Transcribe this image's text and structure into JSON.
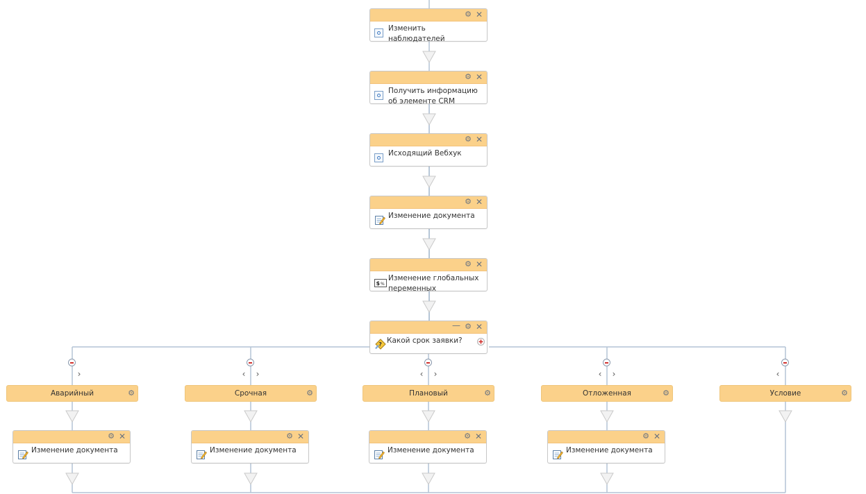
{
  "main_flow": [
    {
      "label": "Изменить наблюдателей",
      "icon": "activity-circle-icon"
    },
    {
      "label": "Получить информацию об элементе CRM",
      "icon": "activity-circle-icon"
    },
    {
      "label": "Исходящий Вебхук",
      "icon": "activity-circle-icon"
    },
    {
      "label": "Изменение документа",
      "icon": "document-edit-icon"
    },
    {
      "label": "Изменение глобальных переменных",
      "icon": "global-variables-icon"
    }
  ],
  "condition": {
    "label": "Какой срок заявки?",
    "icon": "condition-icon"
  },
  "branches": [
    {
      "label": "Аварийный",
      "activity": "Изменение документа"
    },
    {
      "label": "Срочная",
      "activity": "Изменение документа"
    },
    {
      "label": "Плановый",
      "activity": "Изменение документа"
    },
    {
      "label": "Отложенная",
      "activity": "Изменение документа"
    },
    {
      "label": "Условие",
      "activity": null
    }
  ],
  "controls": {
    "gear": "⚙",
    "close": "✕",
    "minimize": "—",
    "prev": "‹",
    "next": "›"
  },
  "colors": {
    "header": "#fbd18a",
    "connector": "#b4c4d6",
    "arrow": "#c9c9c9"
  }
}
